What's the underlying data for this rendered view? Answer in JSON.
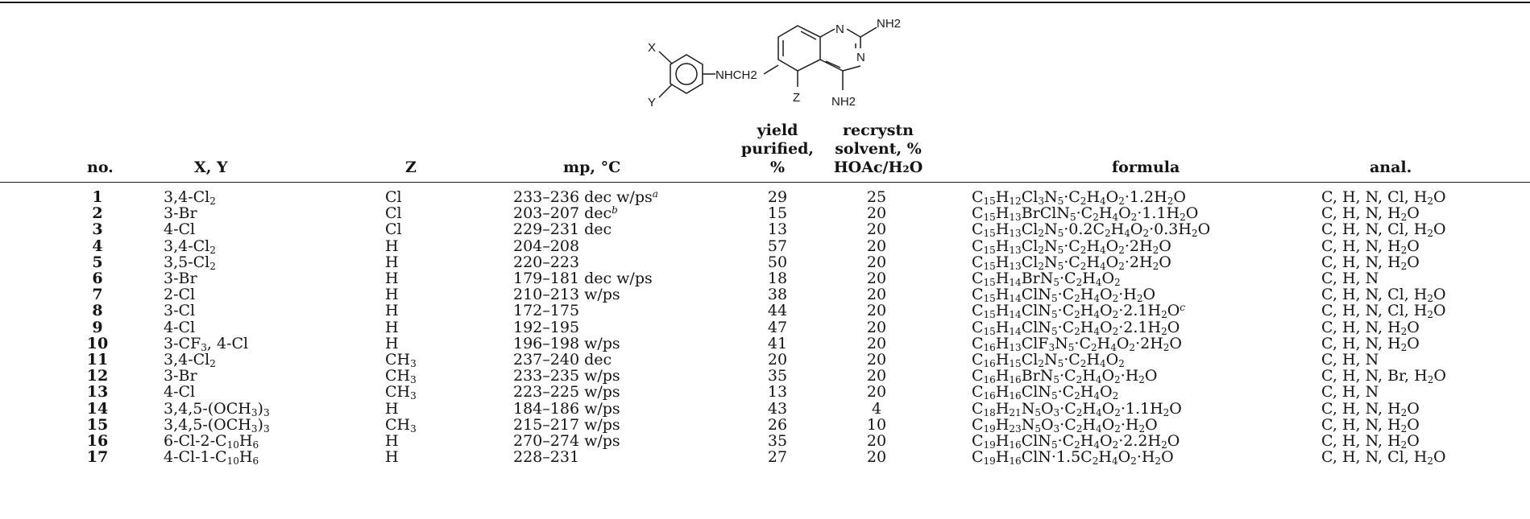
{
  "structure": {
    "atoms": {
      "x": "X",
      "y": "Y",
      "z": "Z",
      "n1": "N",
      "n3": "N",
      "nh2_top": "NH2",
      "nh2_bottom": "NH2",
      "linker": "NHCH2"
    }
  },
  "headers": {
    "no": "no.",
    "xy": "X, Y",
    "z": "Z",
    "mp": "mp, °C",
    "yield": [
      "yield",
      "purified,",
      "%"
    ],
    "solvent": [
      "recrystn",
      "solvent, %",
      "HOAc/H₂O"
    ],
    "formula": "formula",
    "anal": "anal."
  },
  "rows": [
    {
      "no": "1",
      "xy": "3,4-Cl_2",
      "z": "Cl",
      "mp": "233–236 dec w/ps^a",
      "yield": "29",
      "solvent": "25",
      "formula": "C_15H_12Cl_3N_5·C_2H_4O_2·1.2H_2O",
      "anal": "C, H, N, Cl, H_2O"
    },
    {
      "no": "2",
      "xy": "3-Br",
      "z": "Cl",
      "mp": "203–207 dec^b",
      "yield": "15",
      "solvent": "20",
      "formula": "C_15H_13BrClN_5·C_2H_4O_2·1.1H_2O",
      "anal": "C, H, N, H_2O"
    },
    {
      "no": "3",
      "xy": "4-Cl",
      "z": "Cl",
      "mp": "229–231 dec",
      "yield": "13",
      "solvent": "20",
      "formula": "C_15H_13Cl_2N_5·0.2C_2H_4O_2·0.3H_2O",
      "anal": "C, H, N, Cl, H_2O"
    },
    {
      "no": "4",
      "xy": "3,4-Cl_2",
      "z": "H",
      "mp": "204–208",
      "yield": "57",
      "solvent": "20",
      "formula": "C_15H_13Cl_2N_5·C_2H_4O_2·2H_2O",
      "anal": "C, H, N, H_2O"
    },
    {
      "no": "5",
      "xy": "3,5-Cl_2",
      "z": "H",
      "mp": "220–223",
      "yield": "50",
      "solvent": "20",
      "formula": "C_15H_13Cl_2N_5·C_2H_4O_2·2H_2O",
      "anal": "C, H, N, H_2O"
    },
    {
      "no": "6",
      "xy": "3-Br",
      "z": "H",
      "mp": "179–181 dec w/ps",
      "yield": "18",
      "solvent": "20",
      "formula": "C_15H_14BrN_5·C_2H_4O_2",
      "anal": "C, H, N"
    },
    {
      "no": "7",
      "xy": "2-Cl",
      "z": "H",
      "mp": "210–213 w/ps",
      "yield": "38",
      "solvent": "20",
      "formula": "C_15H_14ClN_5·C_2H_4O_2·H_2O",
      "anal": "C, H, N, Cl, H_2O"
    },
    {
      "no": "8",
      "xy": "3-Cl",
      "z": "H",
      "mp": "172–175",
      "yield": "44",
      "solvent": "20",
      "formula": "C_15H_14ClN_5·C_2H_4O_2·2.1H_2O^c",
      "anal": "C, H, N, Cl, H_2O"
    },
    {
      "no": "9",
      "xy": "4-Cl",
      "z": "H",
      "mp": "192–195",
      "yield": "47",
      "solvent": "20",
      "formula": "C_15H_14ClN_5·C_2H_4O_2·2.1H_2O",
      "anal": "C, H, N, H_2O"
    },
    {
      "no": "10",
      "xy": "3-CF_3, 4-Cl",
      "z": "H",
      "mp": "196–198 w/ps",
      "yield": "41",
      "solvent": "20",
      "formula": "C_16H_13ClF_3N_5·C_2H_4O_2·2H_2O",
      "anal": "C, H, N, H_2O"
    },
    {
      "no": "11",
      "xy": "3,4-Cl_2",
      "z": "CH_3",
      "mp": "237–240 dec",
      "yield": "20",
      "solvent": "20",
      "formula": "C_16H_15Cl_2N_5·C_2H_4O_2",
      "anal": "C, H, N"
    },
    {
      "no": "12",
      "xy": "3-Br",
      "z": "CH_3",
      "mp": "233–235 w/ps",
      "yield": "35",
      "solvent": "20",
      "formula": "C_16H_16BrN_5·C_2H_4O_2·H_2O",
      "anal": "C, H, N, Br, H_2O"
    },
    {
      "no": "13",
      "xy": "4-Cl",
      "z": "CH_3",
      "mp": "223–225 w/ps",
      "yield": "13",
      "solvent": "20",
      "formula": "C_16H_16ClN_5·C_2H_4O_2",
      "anal": "C, H, N"
    },
    {
      "no": "14",
      "xy": "3,4,5-(OCH_3)_3",
      "z": "H",
      "mp": "184–186 w/ps",
      "yield": "43",
      "solvent": "4",
      "formula": "C_18H_21N_5O_3·C_2H_4O_2·1.1H_2O",
      "anal": "C, H, N, H_2O"
    },
    {
      "no": "15",
      "xy": "3,4,5-(OCH_3)_3",
      "z": "CH_3",
      "mp": "215–217 w/ps",
      "yield": "26",
      "solvent": "10",
      "formula": "C_19H_23N_5O_3·C_2H_4O_2·H_2O",
      "anal": "C, H, N, H_2O"
    },
    {
      "no": "16",
      "xy": "6-Cl-2-C_10H_6",
      "z": "H",
      "mp": "270–274 w/ps",
      "yield": "35",
      "solvent": "20",
      "formula": "C_19H_16ClN_5·C_2H_4O_2·2.2H_2O",
      "anal": "C, H, N, H_2O"
    },
    {
      "no": "17",
      "xy": "4-Cl-1-C_10H_6",
      "z": "H",
      "mp": "228–231",
      "yield": "27",
      "solvent": "20",
      "formula": "C_19H_16ClN·1.5C_2H_4O_2·H_2O",
      "anal": "C, H, N, Cl, H_2O"
    }
  ]
}
